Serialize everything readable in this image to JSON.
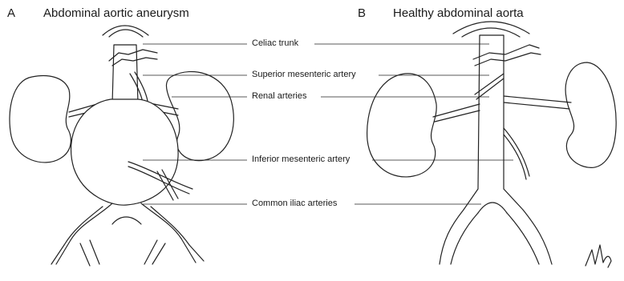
{
  "panels": {
    "a": {
      "letter": "A",
      "title": "Abdominal aortic aneurysm"
    },
    "b": {
      "letter": "B",
      "title": "Healthy abdominal aorta"
    }
  },
  "labels": {
    "celiac": "Celiac trunk",
    "superior": "Superior mesenteric artery",
    "renal": "Renal arteries",
    "inferior": "Inferior mesenteric artery",
    "iliac": "Common iliac arteries"
  }
}
